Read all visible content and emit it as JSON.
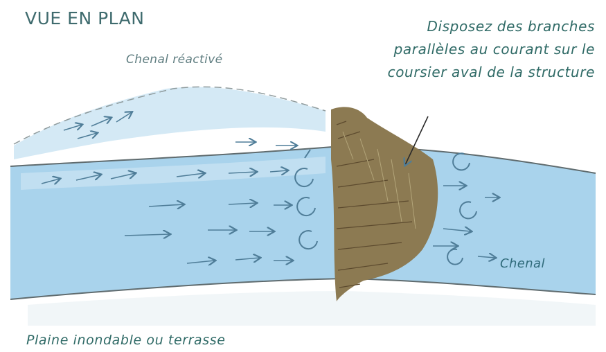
{
  "diagram": {
    "title": "VUE EN PLAN",
    "instruction_lines": [
      "Disposez des branches",
      "parallèles au courant sur le",
      "coursier aval de la structure"
    ],
    "labels": {
      "reactivated_channel": "Chenal réactivé",
      "channel": "Chenal",
      "floodplain": "Plaine inondable ou terrasse"
    }
  },
  "colors": {
    "water": "#a9d3ec",
    "water_light": "#d4e9f5",
    "bank_line": "#5f6b6e",
    "brush": "#8c7a52",
    "arrow": "#4f7d98",
    "text": "#2f6a66"
  }
}
